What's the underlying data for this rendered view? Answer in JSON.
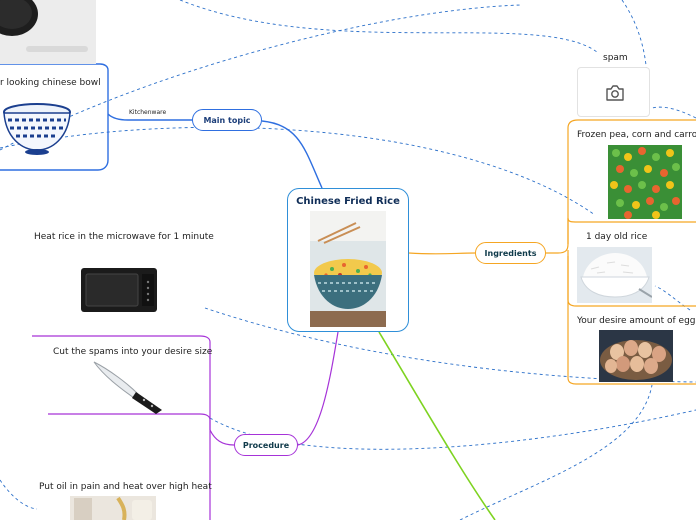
{
  "central": {
    "title": "Chinese Fried Rice",
    "image": "fried-rice-bowl"
  },
  "branches": {
    "main_topic": {
      "label": "Main topic",
      "color": "#2f6fe0",
      "sub": {
        "label": "Kitchenware",
        "items": [
          {
            "label": "",
            "image": "frying-pan"
          },
          {
            "label": "r looking chinese bowl",
            "image": "chinese-bowl"
          }
        ]
      }
    },
    "ingredients": {
      "label": "Ingredients",
      "color": "#f5a623",
      "items": [
        {
          "label": "spam",
          "image": "camera-icon"
        },
        {
          "label": "Frozen pea, corn and carrot",
          "image": "mixed-vegetables"
        },
        {
          "label": "1 day old rice",
          "image": "white-rice"
        },
        {
          "label": "Your desire amount of eggs",
          "image": "eggs-bowl"
        }
      ]
    },
    "procedure": {
      "label": "Procedure",
      "color": "#a633d8",
      "items": [
        {
          "label": "Heat rice in the microwave for 1 minute",
          "image": "microwave"
        },
        {
          "label": "Cut the spams into your desire size",
          "image": "knife"
        },
        {
          "label": "Put oil in pain and heat over high heat",
          "image": "oil-pan"
        }
      ]
    },
    "green_branch": {
      "color": "#7ed321"
    }
  },
  "relationship_color": "#2a6fc9"
}
